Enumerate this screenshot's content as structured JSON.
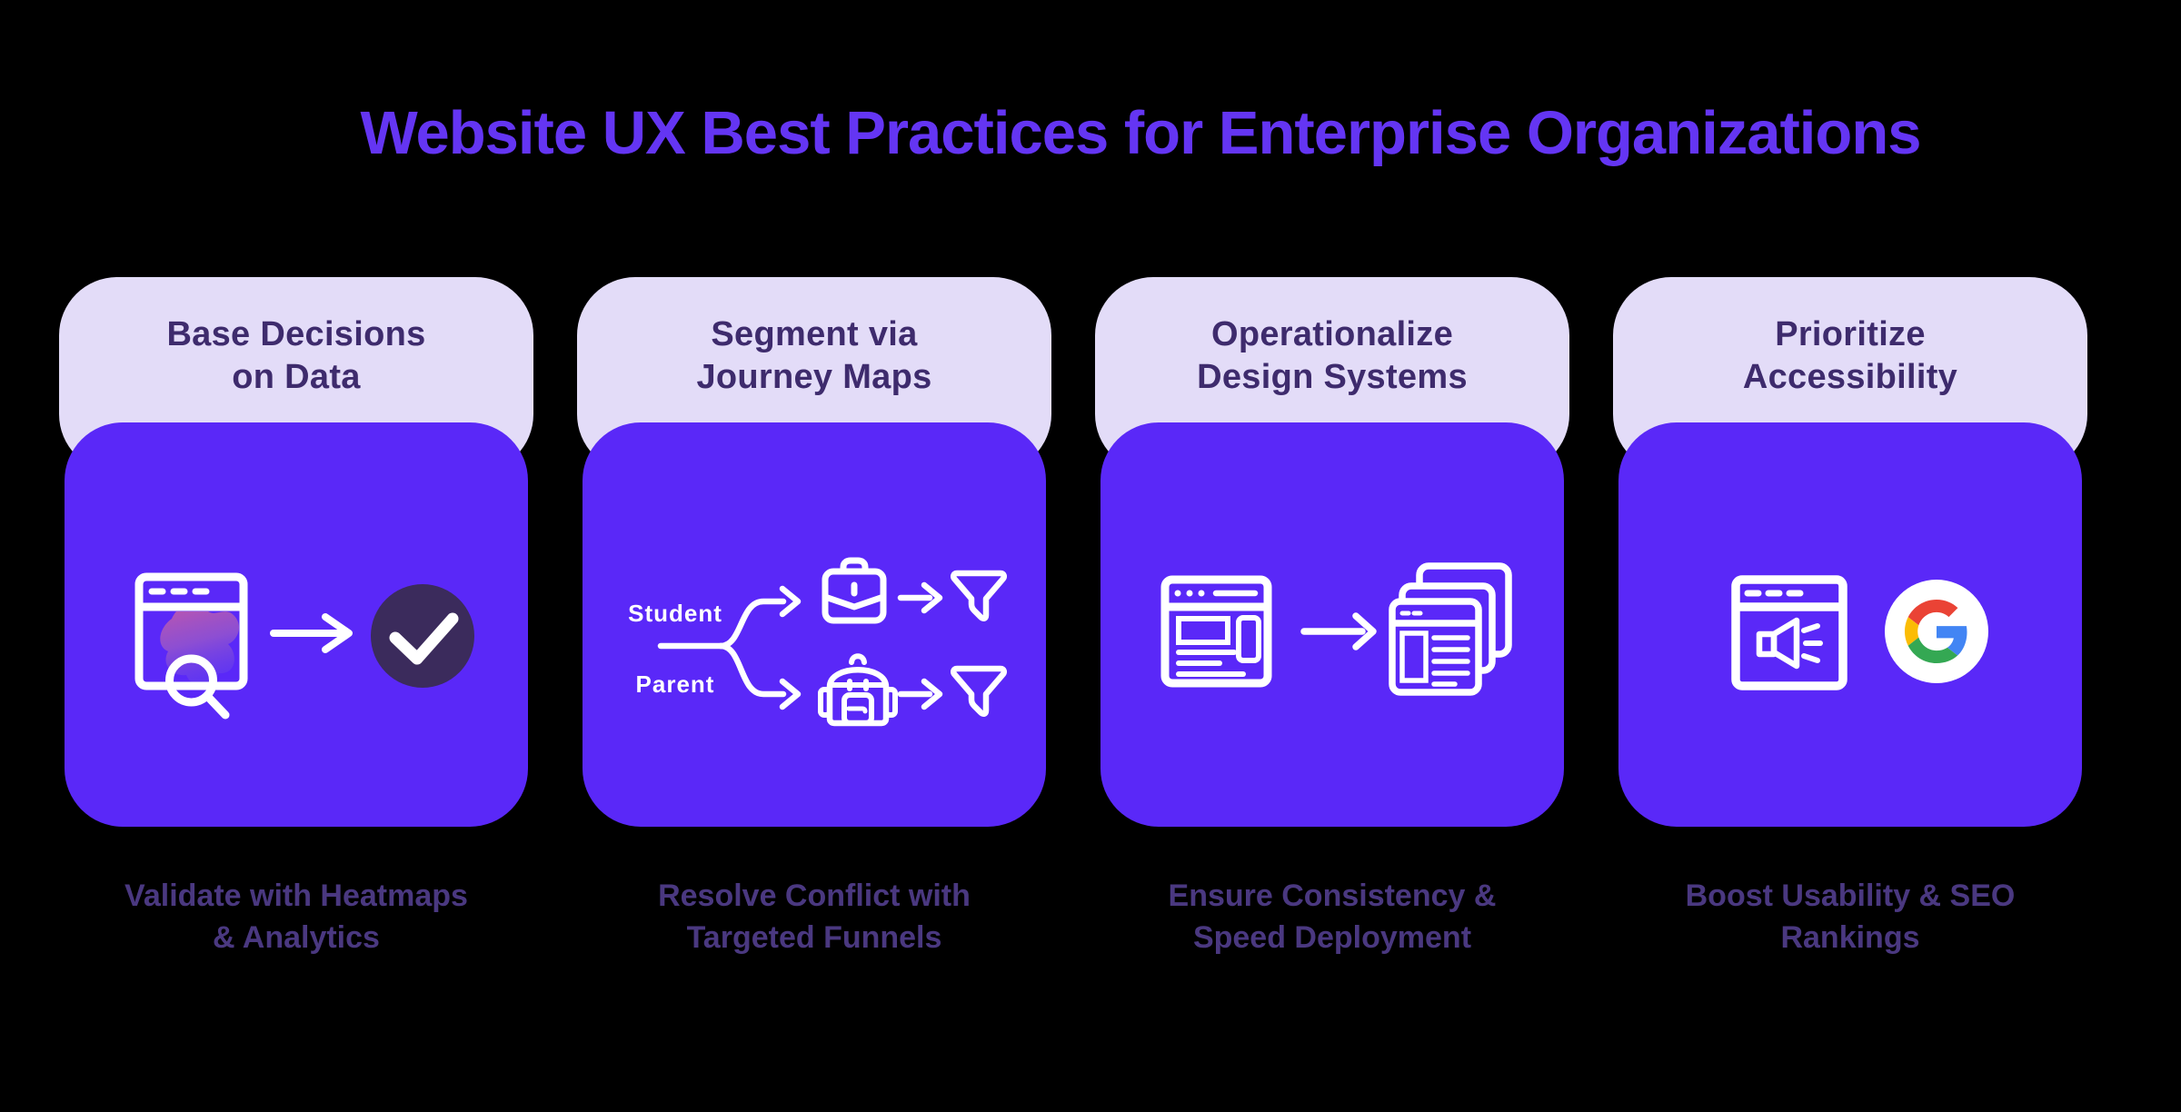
{
  "title": "Website UX Best Practices for Enterprise Organizations",
  "colors": {
    "background": "#000000",
    "title_text": "#6435f3",
    "card_header_bg": "#e3dcf8",
    "card_body_bg": "#5a28f8",
    "header_text": "#3e2b6d",
    "caption_text": "#4a3880",
    "icon_stroke": "#ffffff",
    "check_circle_bg": "#3b2b5c",
    "heatmap_pink": "#c85aa4",
    "heatmap_purple": "#6b46e8",
    "google_red": "#ea4335",
    "google_blue": "#4285f4",
    "google_yellow": "#fbbc05",
    "google_green": "#34a853"
  },
  "cards": [
    {
      "header_line1": "Base Decisions",
      "header_line2": "on Data",
      "caption_line1": "Validate with Heatmaps",
      "caption_line2": "& Analytics",
      "icons": [
        "browser-heatmap-magnifier",
        "arrow-right",
        "check-circle"
      ]
    },
    {
      "header_line1": "Segment via",
      "header_line2": "Journey Maps",
      "caption_line1": "Resolve Conflict with",
      "caption_line2": "Targeted Funnels",
      "label_top": "Student",
      "label_bottom": "Parent",
      "icons": [
        "branch-split",
        "briefcase",
        "arrow-right",
        "funnel",
        "backpack",
        "funnel"
      ]
    },
    {
      "header_line1": "Operationalize",
      "header_line2": "Design Systems",
      "caption_line1": "Ensure Consistency &",
      "caption_line2": "Speed Deployment",
      "icons": [
        "browser-wireframe",
        "arrow-right",
        "window-stack"
      ]
    },
    {
      "header_line1": "Prioritize",
      "header_line2": "Accessibility",
      "caption_line1": "Boost Usability & SEO",
      "caption_line2": "Rankings",
      "icons": [
        "browser-speaker",
        "google-logo"
      ]
    }
  ]
}
